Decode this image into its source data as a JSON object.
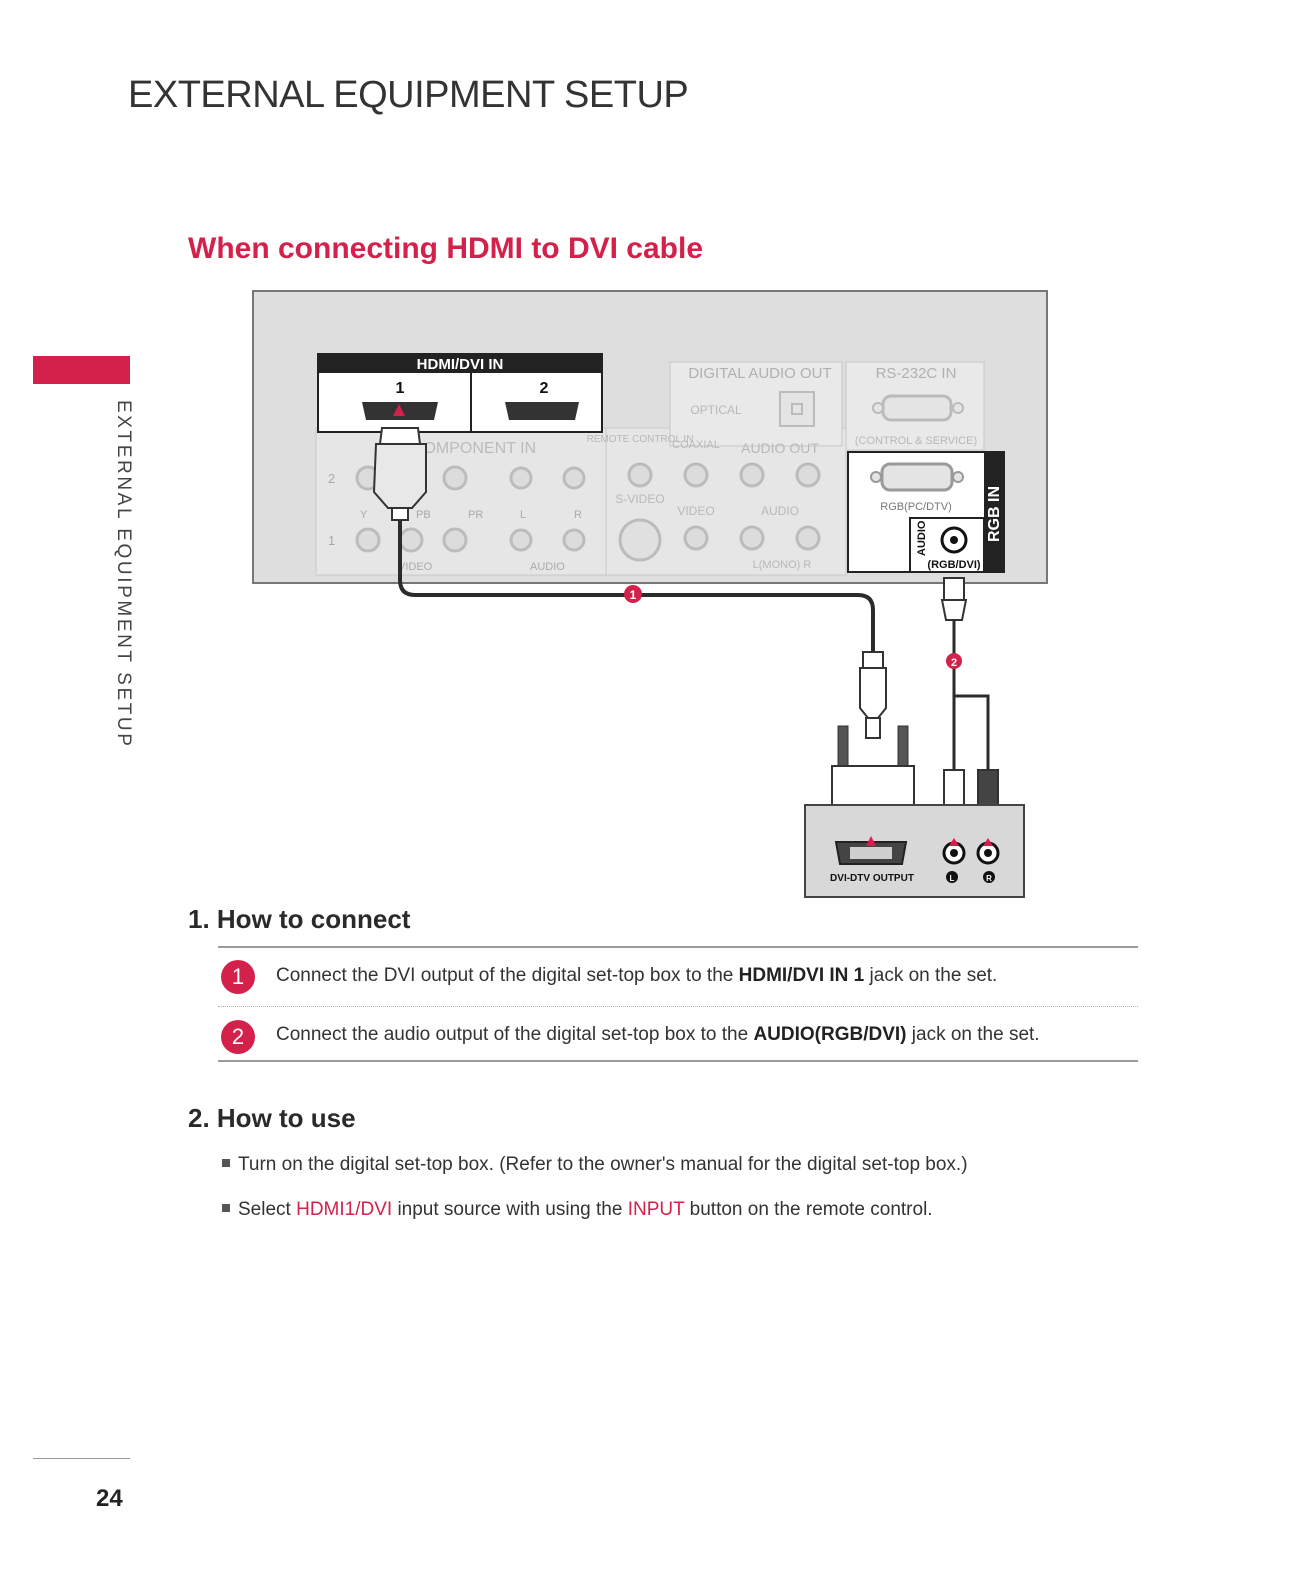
{
  "header": {
    "title": "EXTERNAL EQUIPMENT SETUP"
  },
  "sidebar": {
    "label": "EXTERNAL EQUIPMENT SETUP"
  },
  "section": {
    "heading": "When connecting HDMI to DVI cable"
  },
  "diagram": {
    "labels": {
      "hdmi_dvi_in": "HDMI/DVI IN",
      "hdmi_port_1": "1",
      "hdmi_port_2": "2",
      "component_in": "COMPONENT IN",
      "row_2": "2",
      "row_1": "1",
      "y": "Y",
      "pb": "PB",
      "pr": "PR",
      "l": "L",
      "r": "R",
      "video": "VIDEO",
      "audio": "AUDIO",
      "digital_audio_out": "DIGITAL AUDIO OUT",
      "optical": "OPTICAL",
      "remote_control_in": "REMOTE CONTROL IN",
      "coaxial": "COAXIAL",
      "audio_out": "AUDIO OUT",
      "s_video": "S-VIDEO",
      "av_video": "VIDEO",
      "av_audio": "AUDIO",
      "mono": "L(MONO)   R",
      "rs232c_in": "RS-232C IN",
      "control_service": "(CONTROL & SERVICE)",
      "rgb_pc_dtv": "RGB(PC/DTV)",
      "rgb_in": "RGB IN",
      "audio_vertical": "AUDIO",
      "rgb_dvi": "(RGB/DVI)",
      "marker_1": "1",
      "marker_2": "2",
      "dvi_dtv_output": "DVI-DTV OUTPUT",
      "box_l": "L",
      "box_r": "R"
    }
  },
  "how_to_connect": {
    "heading": "1. How to connect",
    "steps": [
      {
        "num": "1",
        "pre": "Connect the DVI output of the digital set-top box to the ",
        "bold": "HDMI/DVI IN 1",
        "post": " jack on the set."
      },
      {
        "num": "2",
        "pre": "Connect the audio output of the digital set-top box to the ",
        "bold": "AUDIO(RGB/DVI)",
        "post": " jack on the set."
      }
    ]
  },
  "how_to_use": {
    "heading": "2. How to use",
    "bullet1": "Turn on the digital set-top box. (Refer to the owner's manual for the digital set-top box.)",
    "bullet2": {
      "pre": "Select ",
      "hl1": "HDMI1/DVI",
      "mid": " input source with using the ",
      "hl2": "INPUT",
      "post": " button on the remote control."
    }
  },
  "footer": {
    "page_number": "24"
  },
  "colors": {
    "accent": "#d4214b",
    "panel_gray": "#d8d8d8",
    "text_dark": "#222222"
  }
}
